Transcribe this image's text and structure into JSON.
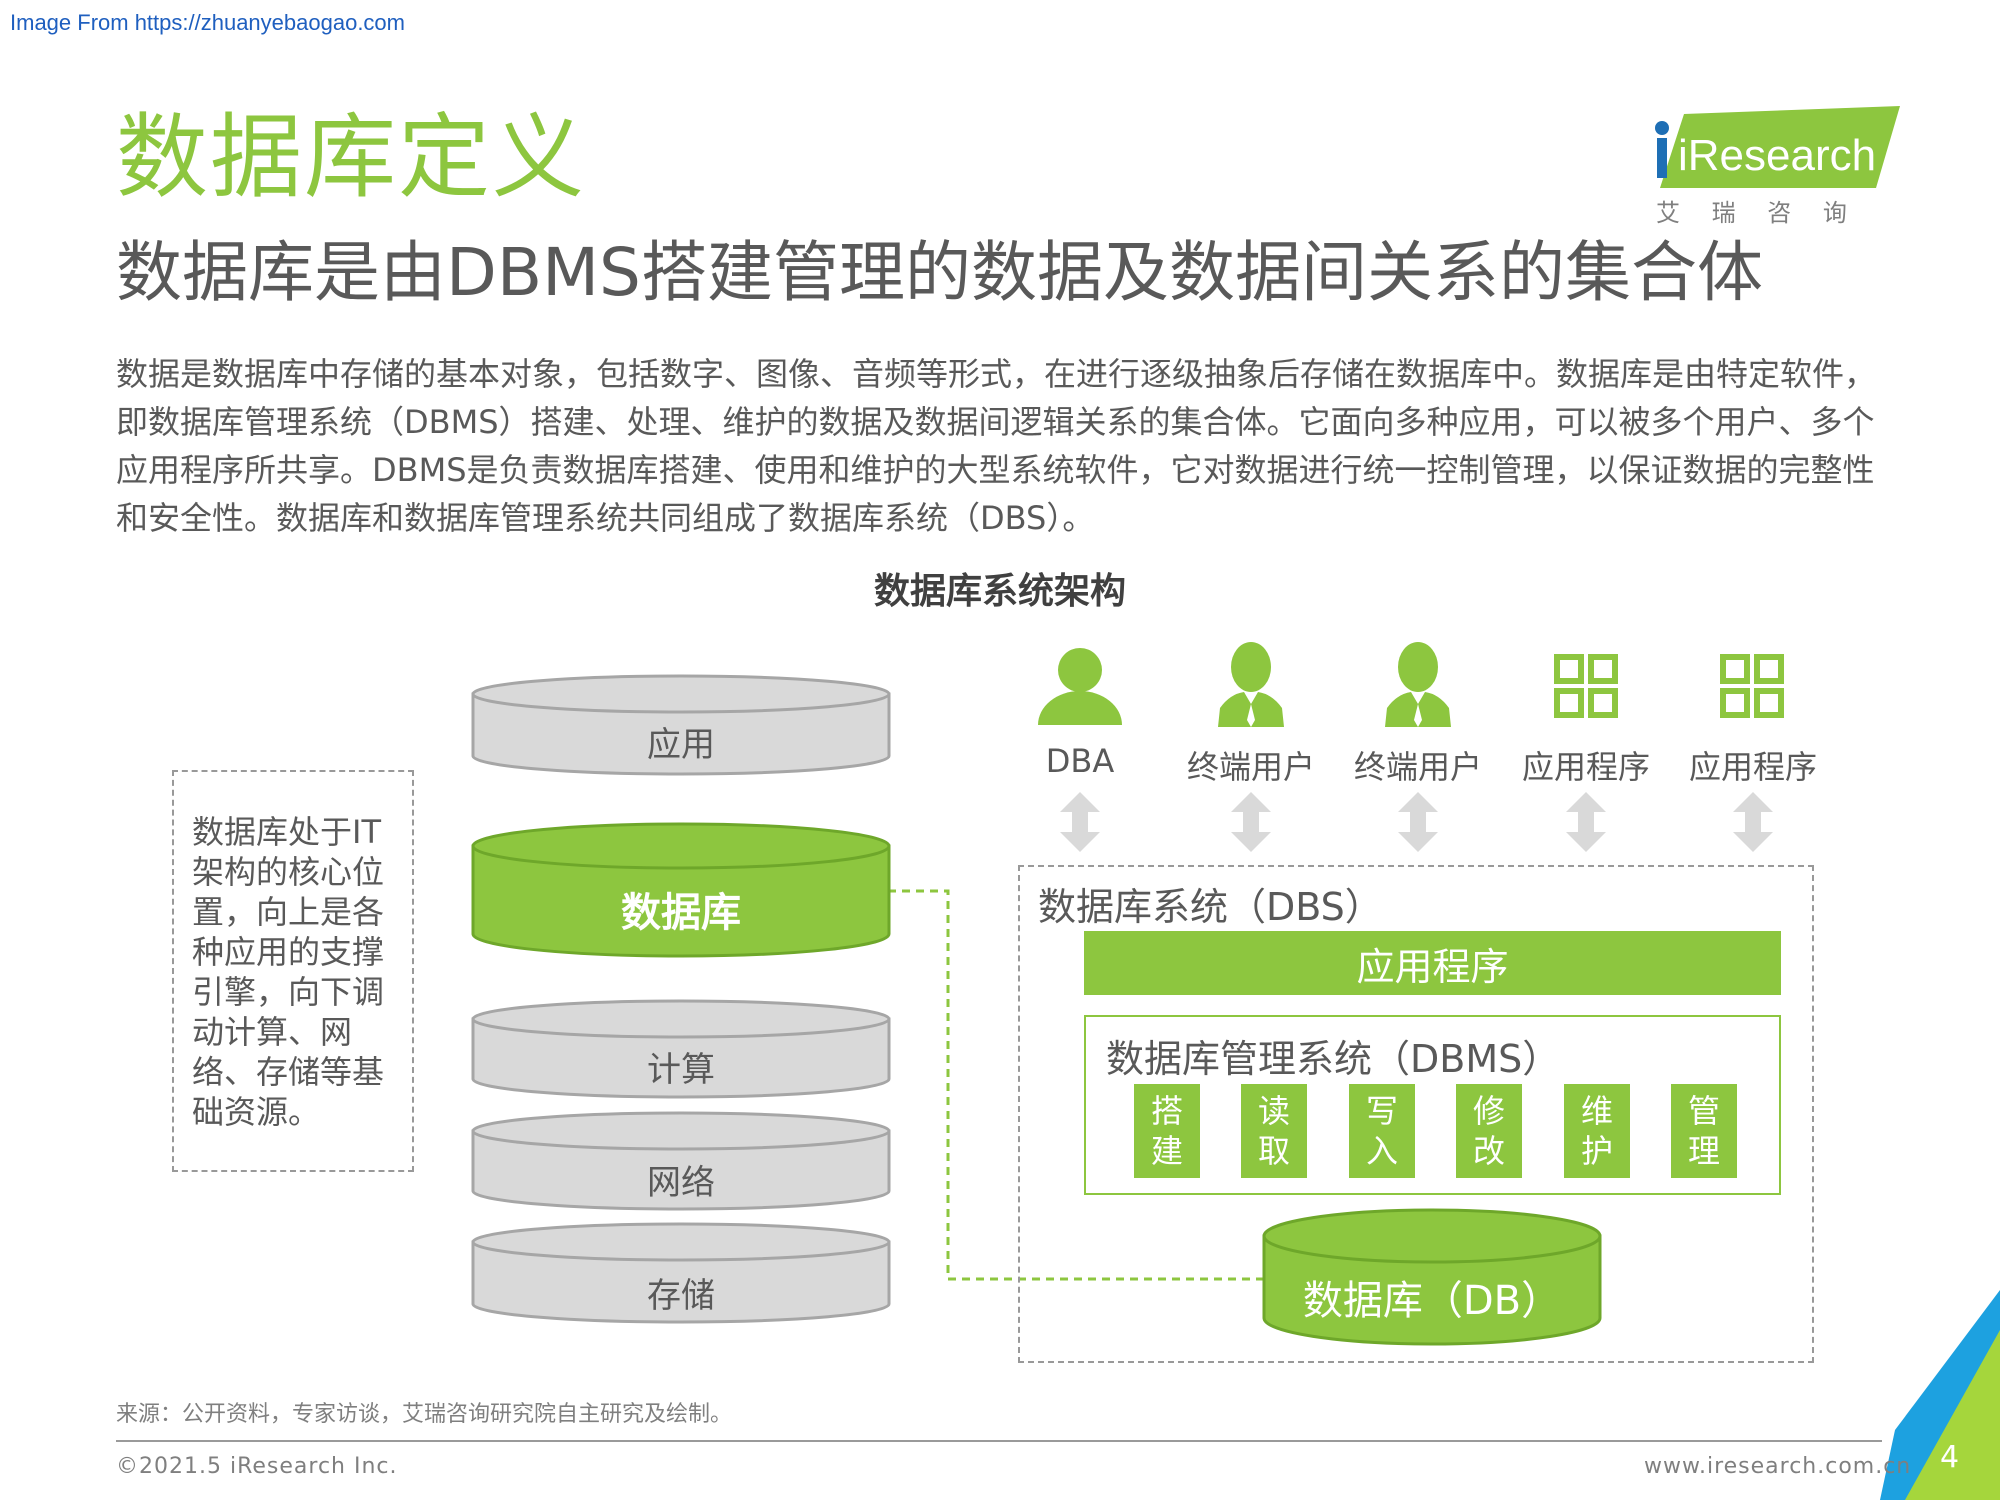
{
  "watermark": "Image From https://zhuanyebaogao.com",
  "title": "数据库定义",
  "subtitle": "数据库是由DBMS搭建管理的数据及数据间关系的集合体",
  "paragraph": "数据是数据库中存储的基本对象，包括数字、图像、音频等形式，在进行逐级抽象后存储在数据库中。数据库是由特定软件，即数据库管理系统（DBMS）搭建、处理、维护的数据及数据间逻辑关系的集合体。它面向多种应用，可以被多个用户、多个应用程序所共享。DBMS是负责数据库搭建、使用和维护的大型系统软件，它对数据进行统一控制管理，以保证数据的完整性和安全性。数据库和数据库管理系统共同组成了数据库系统（DBS）。",
  "logo": {
    "brand": "iResearch",
    "cn": "艾 瑞 咨 询"
  },
  "diagram": {
    "title": "数据库系统架构",
    "left_note": "数据库处于IT架构的核心位置，向上是各种应用的支撑引擎，向下调动计算、网络、存储等基础资源。",
    "stack": {
      "app": "应用",
      "db": "数据库",
      "compute": "计算",
      "network": "网络",
      "storage": "存储"
    },
    "users": [
      {
        "label": "DBA",
        "icon": "person-icon"
      },
      {
        "label": "终端用户",
        "icon": "user-tie-icon"
      },
      {
        "label": "终端用户",
        "icon": "user-tie-icon"
      },
      {
        "label": "应用程序",
        "icon": "grid-app-icon"
      },
      {
        "label": "应用程序",
        "icon": "grid-app-icon"
      }
    ],
    "dbs_label": "数据库系统（DBS）",
    "app_program": "应用程序",
    "dbms_label": "数据库管理系统（DBMS）",
    "ops": [
      "搭建",
      "读取",
      "写入",
      "修改",
      "维护",
      "管理"
    ],
    "db_label": "数据库（DB）"
  },
  "source": "来源：公开资料，专家访谈，艾瑞咨询研究院自主研究及绘制。",
  "footer": {
    "copyright": "©2021.5 iResearch Inc.",
    "site": "www.iresearch.com.cn",
    "page": "4"
  },
  "colors": {
    "green": "#8dc63f",
    "gray_cyl": "#d9d9d9",
    "text": "#595959"
  }
}
